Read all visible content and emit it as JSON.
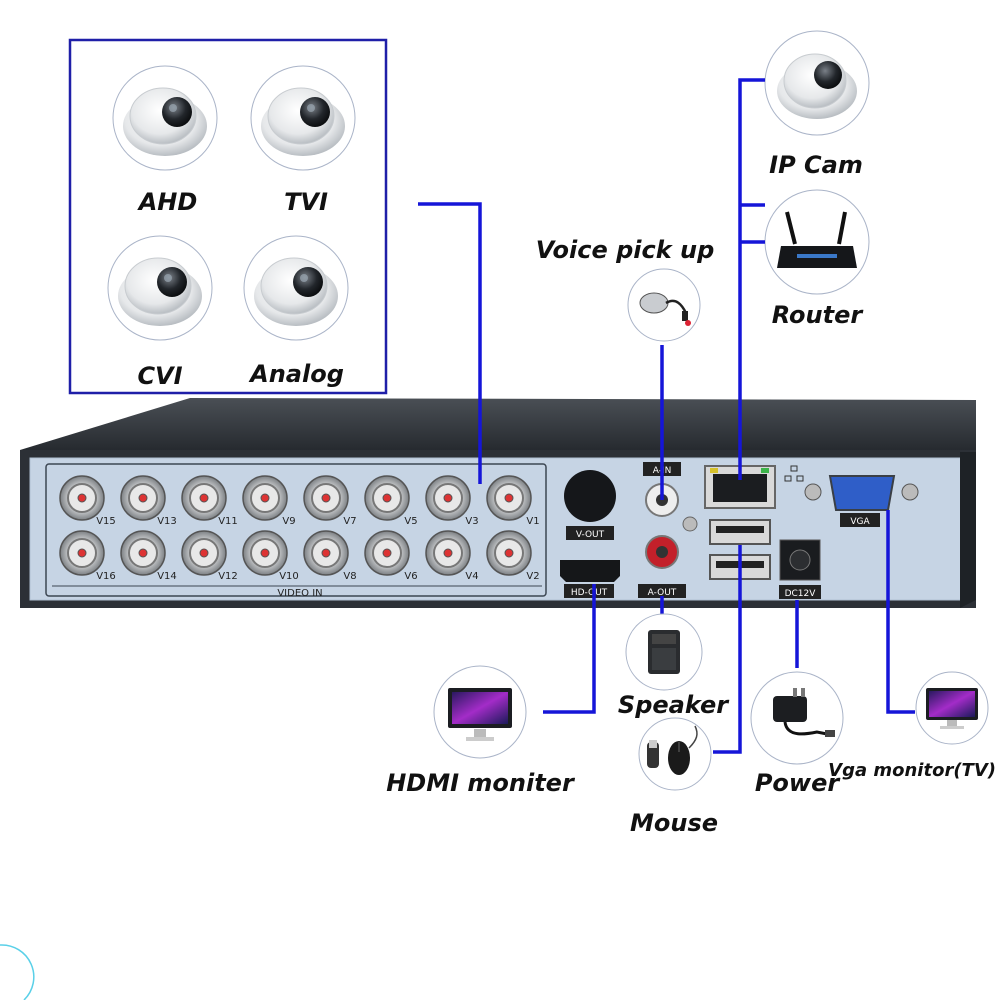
{
  "cameras": {
    "ahd": "AHD",
    "tvi": "TVI",
    "cvi": "CVI",
    "analog": "Analog"
  },
  "devices": {
    "ip_cam": "IP Cam",
    "router": "Router",
    "voice": "Voice pick up",
    "speaker": "Speaker",
    "mouse": "Mouse",
    "power": "Power",
    "hdmi": "HDMI moniter",
    "vga_monitor": "Vga monitor(TV)"
  },
  "panel": {
    "video_in": "VIDEO IN",
    "v_out": "V-OUT",
    "hd_out": "HD-OUT",
    "a_in": "A-IN",
    "a_out": "A-OUT",
    "dc": "DC12V",
    "vga": "VGA",
    "top_ports": [
      "V15",
      "V13",
      "V11",
      "V9",
      "V7",
      "V5",
      "V3",
      "V1"
    ],
    "bottom_ports": [
      "V16",
      "V14",
      "V12",
      "V10",
      "V8",
      "V6",
      "V4",
      "V2"
    ]
  },
  "colors": {
    "line": "#1515d8",
    "panel": "#c6d4e4",
    "chassis": "#2e3238"
  },
  "icons": [
    "dome-camera-icon",
    "router-icon",
    "microphone-icon",
    "speaker-icon",
    "mouse-icon",
    "power-adapter-icon",
    "monitor-icon"
  ]
}
